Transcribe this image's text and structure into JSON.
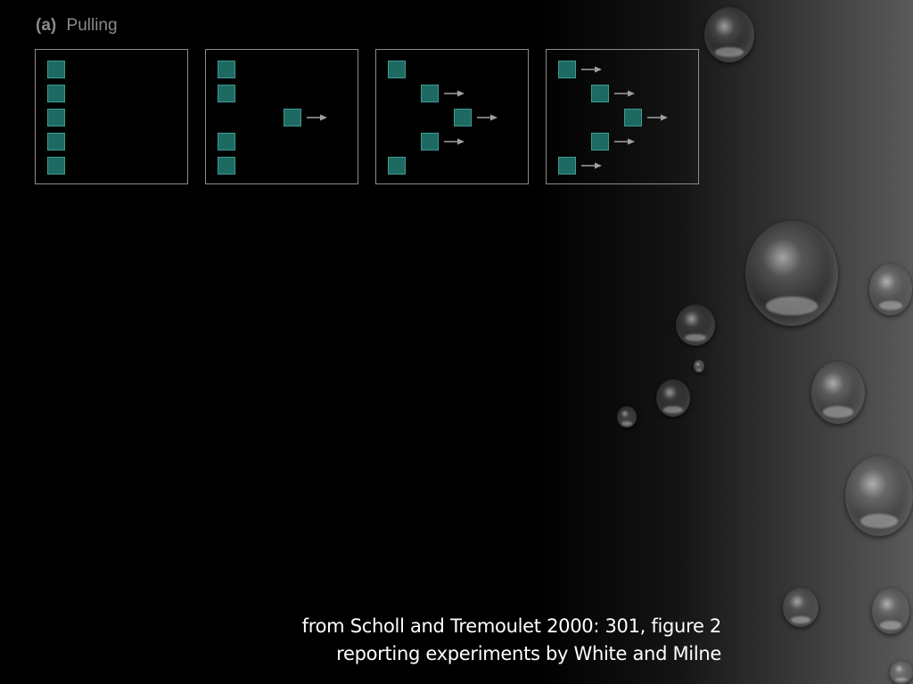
{
  "figure": {
    "panel_letter": "(a)",
    "title": "Pulling"
  },
  "caption": {
    "line1": "from Scholl and Tremoulet 2000: 301, figure 2",
    "line2": "reporting experiments by White and Milne"
  },
  "colors": {
    "square_fill": "#1d6a62",
    "square_border": "#3f9a8e",
    "panel_border": "#8c8c8c",
    "arrow": "#a0a0a0",
    "text_label": "#8a8a8a",
    "caption": "#ffffff"
  },
  "panels": [
    {
      "name": "frame-1",
      "squares": [
        {
          "offset": 0,
          "arrow": false
        },
        {
          "offset": 0,
          "arrow": false
        },
        {
          "offset": 0,
          "arrow": false
        },
        {
          "offset": 0,
          "arrow": false
        },
        {
          "offset": 0,
          "arrow": false
        }
      ]
    },
    {
      "name": "frame-2",
      "squares": [
        {
          "offset": 0,
          "arrow": false
        },
        {
          "offset": 0,
          "arrow": false
        },
        {
          "offset": 2,
          "arrow": true
        },
        {
          "offset": 0,
          "arrow": false
        },
        {
          "offset": 0,
          "arrow": false
        }
      ]
    },
    {
      "name": "frame-3",
      "squares": [
        {
          "offset": 0,
          "arrow": false
        },
        {
          "offset": 1,
          "arrow": true
        },
        {
          "offset": 2,
          "arrow": true
        },
        {
          "offset": 1,
          "arrow": true
        },
        {
          "offset": 0,
          "arrow": false
        }
      ]
    },
    {
      "name": "frame-4",
      "squares": [
        {
          "offset": 0,
          "arrow": true
        },
        {
          "offset": 1,
          "arrow": true
        },
        {
          "offset": 2,
          "arrow": true
        },
        {
          "offset": 1,
          "arrow": true
        },
        {
          "offset": 0,
          "arrow": true
        }
      ]
    }
  ]
}
